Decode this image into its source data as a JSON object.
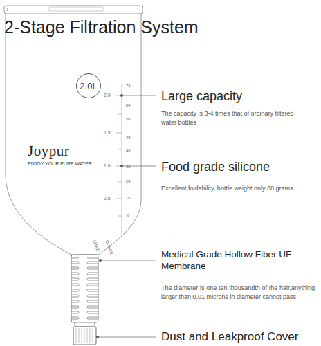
{
  "diagram": {
    "title": "2-Stage Filtration System",
    "nodes": [
      {
        "text": [
          "2.0L"
        ]
      }
    ],
    "labels": [
      "Large capacity",
      "The capacity is 3-4 times that of ordinary filtered water bottles",
      "Food grade silicone",
      "Excellent foldability, bottle weight only 68 grams",
      "Medical Grade Hollow Fiber UF Membrane",
      "The diameter is one ten thousandth of the hair,anything larger than 0.01 microns in diameter cannot pass",
      "Dust and Leakproof Cover",
      "Joypur",
      "ENJOY YOUR PURE WATER",
      "2.0",
      "1.5",
      "1.0",
      "0.5",
      "LITRE",
      "72",
      "64",
      "56",
      "48",
      "40",
      "32",
      "24",
      "16",
      "8",
      "OUNCE",
      "1"
    ]
  }
}
